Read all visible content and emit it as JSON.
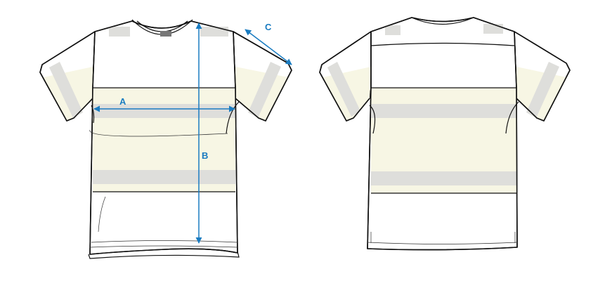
{
  "diagram": {
    "views": [
      "front",
      "back"
    ],
    "measurements": [
      {
        "id": "A",
        "label": "A"
      },
      {
        "id": "B",
        "label": "B"
      },
      {
        "id": "C",
        "label": "C"
      }
    ],
    "colors": {
      "dimension": "#1a7cc1",
      "hi_vis_band": "#f7f6e4",
      "reflective_tape": "#dededb",
      "outline": "#111111"
    }
  }
}
